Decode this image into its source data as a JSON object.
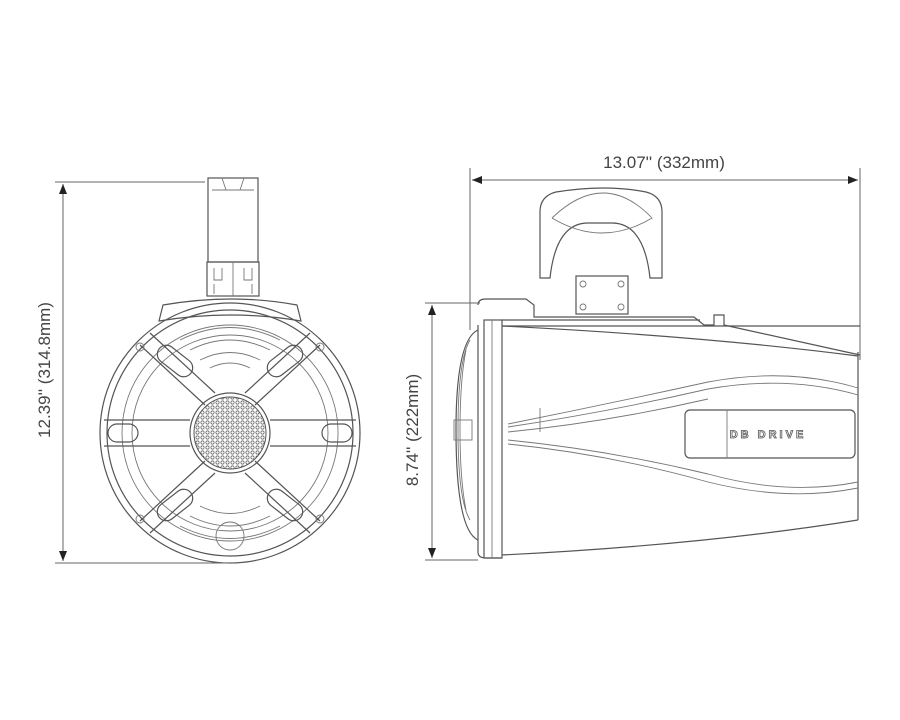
{
  "dimensions": {
    "width": "13.07'' (332mm)",
    "height_total": "12.39'' (314.8mm)",
    "height_body": "8.74'' (222mm)"
  },
  "logo_text": "DB DRIVE",
  "colors": {
    "line": "#555555",
    "background": "#ffffff"
  }
}
